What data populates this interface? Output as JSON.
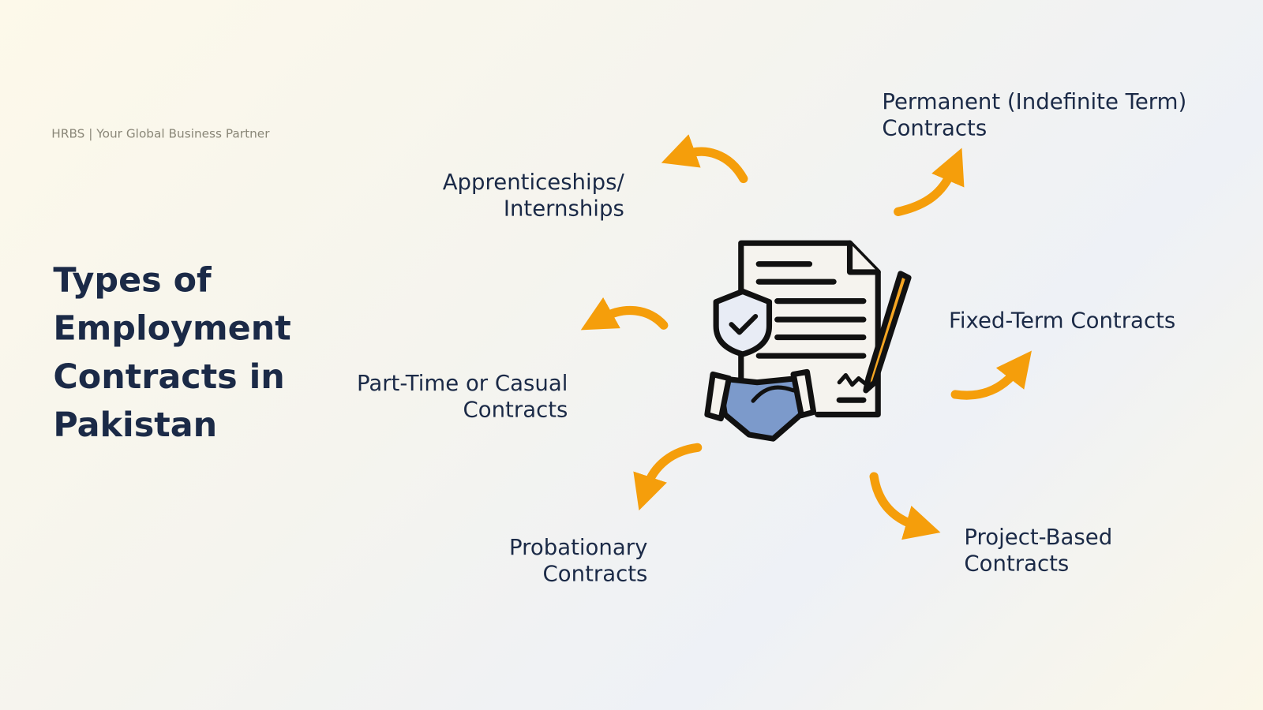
{
  "tagline": "HRBS | Your Global Business Partner",
  "title": {
    "line1": "Types of",
    "line2": "Employment",
    "line3": "Contracts in",
    "line4": "Pakistan"
  },
  "types": {
    "permanent": {
      "l1": "Permanent (Indefinite Term)",
      "l2": "Contracts"
    },
    "apprentice": {
      "l1": "Apprenticeships/",
      "l2": "Internships"
    },
    "fixed": {
      "l1": "Fixed-Term Contracts"
    },
    "parttime": {
      "l1": "Part-Time or Casual",
      "l2": "Contracts"
    },
    "probationary": {
      "l1": "Probationary",
      "l2": "Contracts"
    },
    "project": {
      "l1": "Project-Based",
      "l2": "Contracts"
    }
  },
  "colors": {
    "accent": "#f59e0b",
    "text": "#1b2a47",
    "hand": "#7c9acb"
  }
}
